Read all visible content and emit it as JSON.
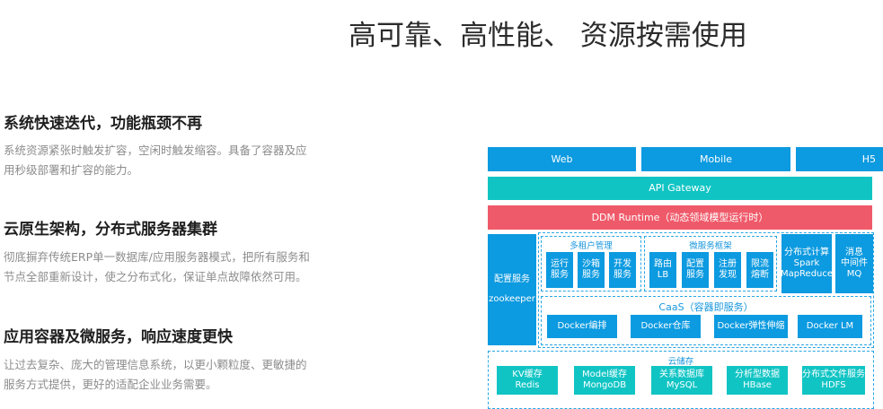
{
  "page": {
    "title": "高可靠、高性能、 资源按需使用"
  },
  "features": [
    {
      "heading": "系统快速迭代，功能瓶颈不再",
      "line1": "系统资源紧张时触发扩容，空闲时触发缩容。具备了容器及应",
      "line2": "用秒级部署和扩容的能力。"
    },
    {
      "heading": "云原生架构，分布式服务器集群",
      "line1": "彻底摒弃传统ERP单一数据库/应用服务器模式，把所有服务和",
      "line2": "节点全部重新设计，使之分布式化，保证单点故障依然可用。"
    },
    {
      "heading": "应用容器及微服务，响应速度更快",
      "line1": "让过去复杂、庞大的管理信息系统，以更小颗粒度、更敏捷的",
      "line2": "服务方式提供，更好的适配企业业务需要。"
    }
  ],
  "architecture": {
    "clients": [
      "Web",
      "Mobile",
      "H5"
    ],
    "gateway": "API Gateway",
    "runtime": "DDM Runtime（动态领域模型运行时）",
    "config": {
      "title": "配置服务",
      "sub": "zookeeper"
    },
    "multitenant": {
      "label": "多租户管理",
      "items": [
        "运行\n服务",
        "沙箱\n服务",
        "开发\n服务"
      ]
    },
    "microservice": {
      "label": "微服务框架",
      "items": [
        "路由\nLB",
        "配置\n服务",
        "注册\n发现",
        "限流\n熔断"
      ]
    },
    "distributed": "分布式计算\nSpark\nMapReduce",
    "mq": "消息\n中间件\nMQ",
    "caas": {
      "label": "CaaS（容器即服务）",
      "items": [
        "Docker编排",
        "Docker仓库",
        "Docker弹性伸缩",
        "Docker LM"
      ]
    },
    "storage": {
      "label": "云储存",
      "items": [
        "KV缓存\nRedis",
        "Model缓存\nMongoDB",
        "关系数据库\nMySQL",
        "分析型数据\nHBase",
        "分布式文件服务\nHDFS"
      ]
    }
  },
  "colors": {
    "blue": "#0c9ae0",
    "teal": "#11c4c4",
    "red": "#ef5a6a",
    "dashed": "#28a6e4"
  }
}
